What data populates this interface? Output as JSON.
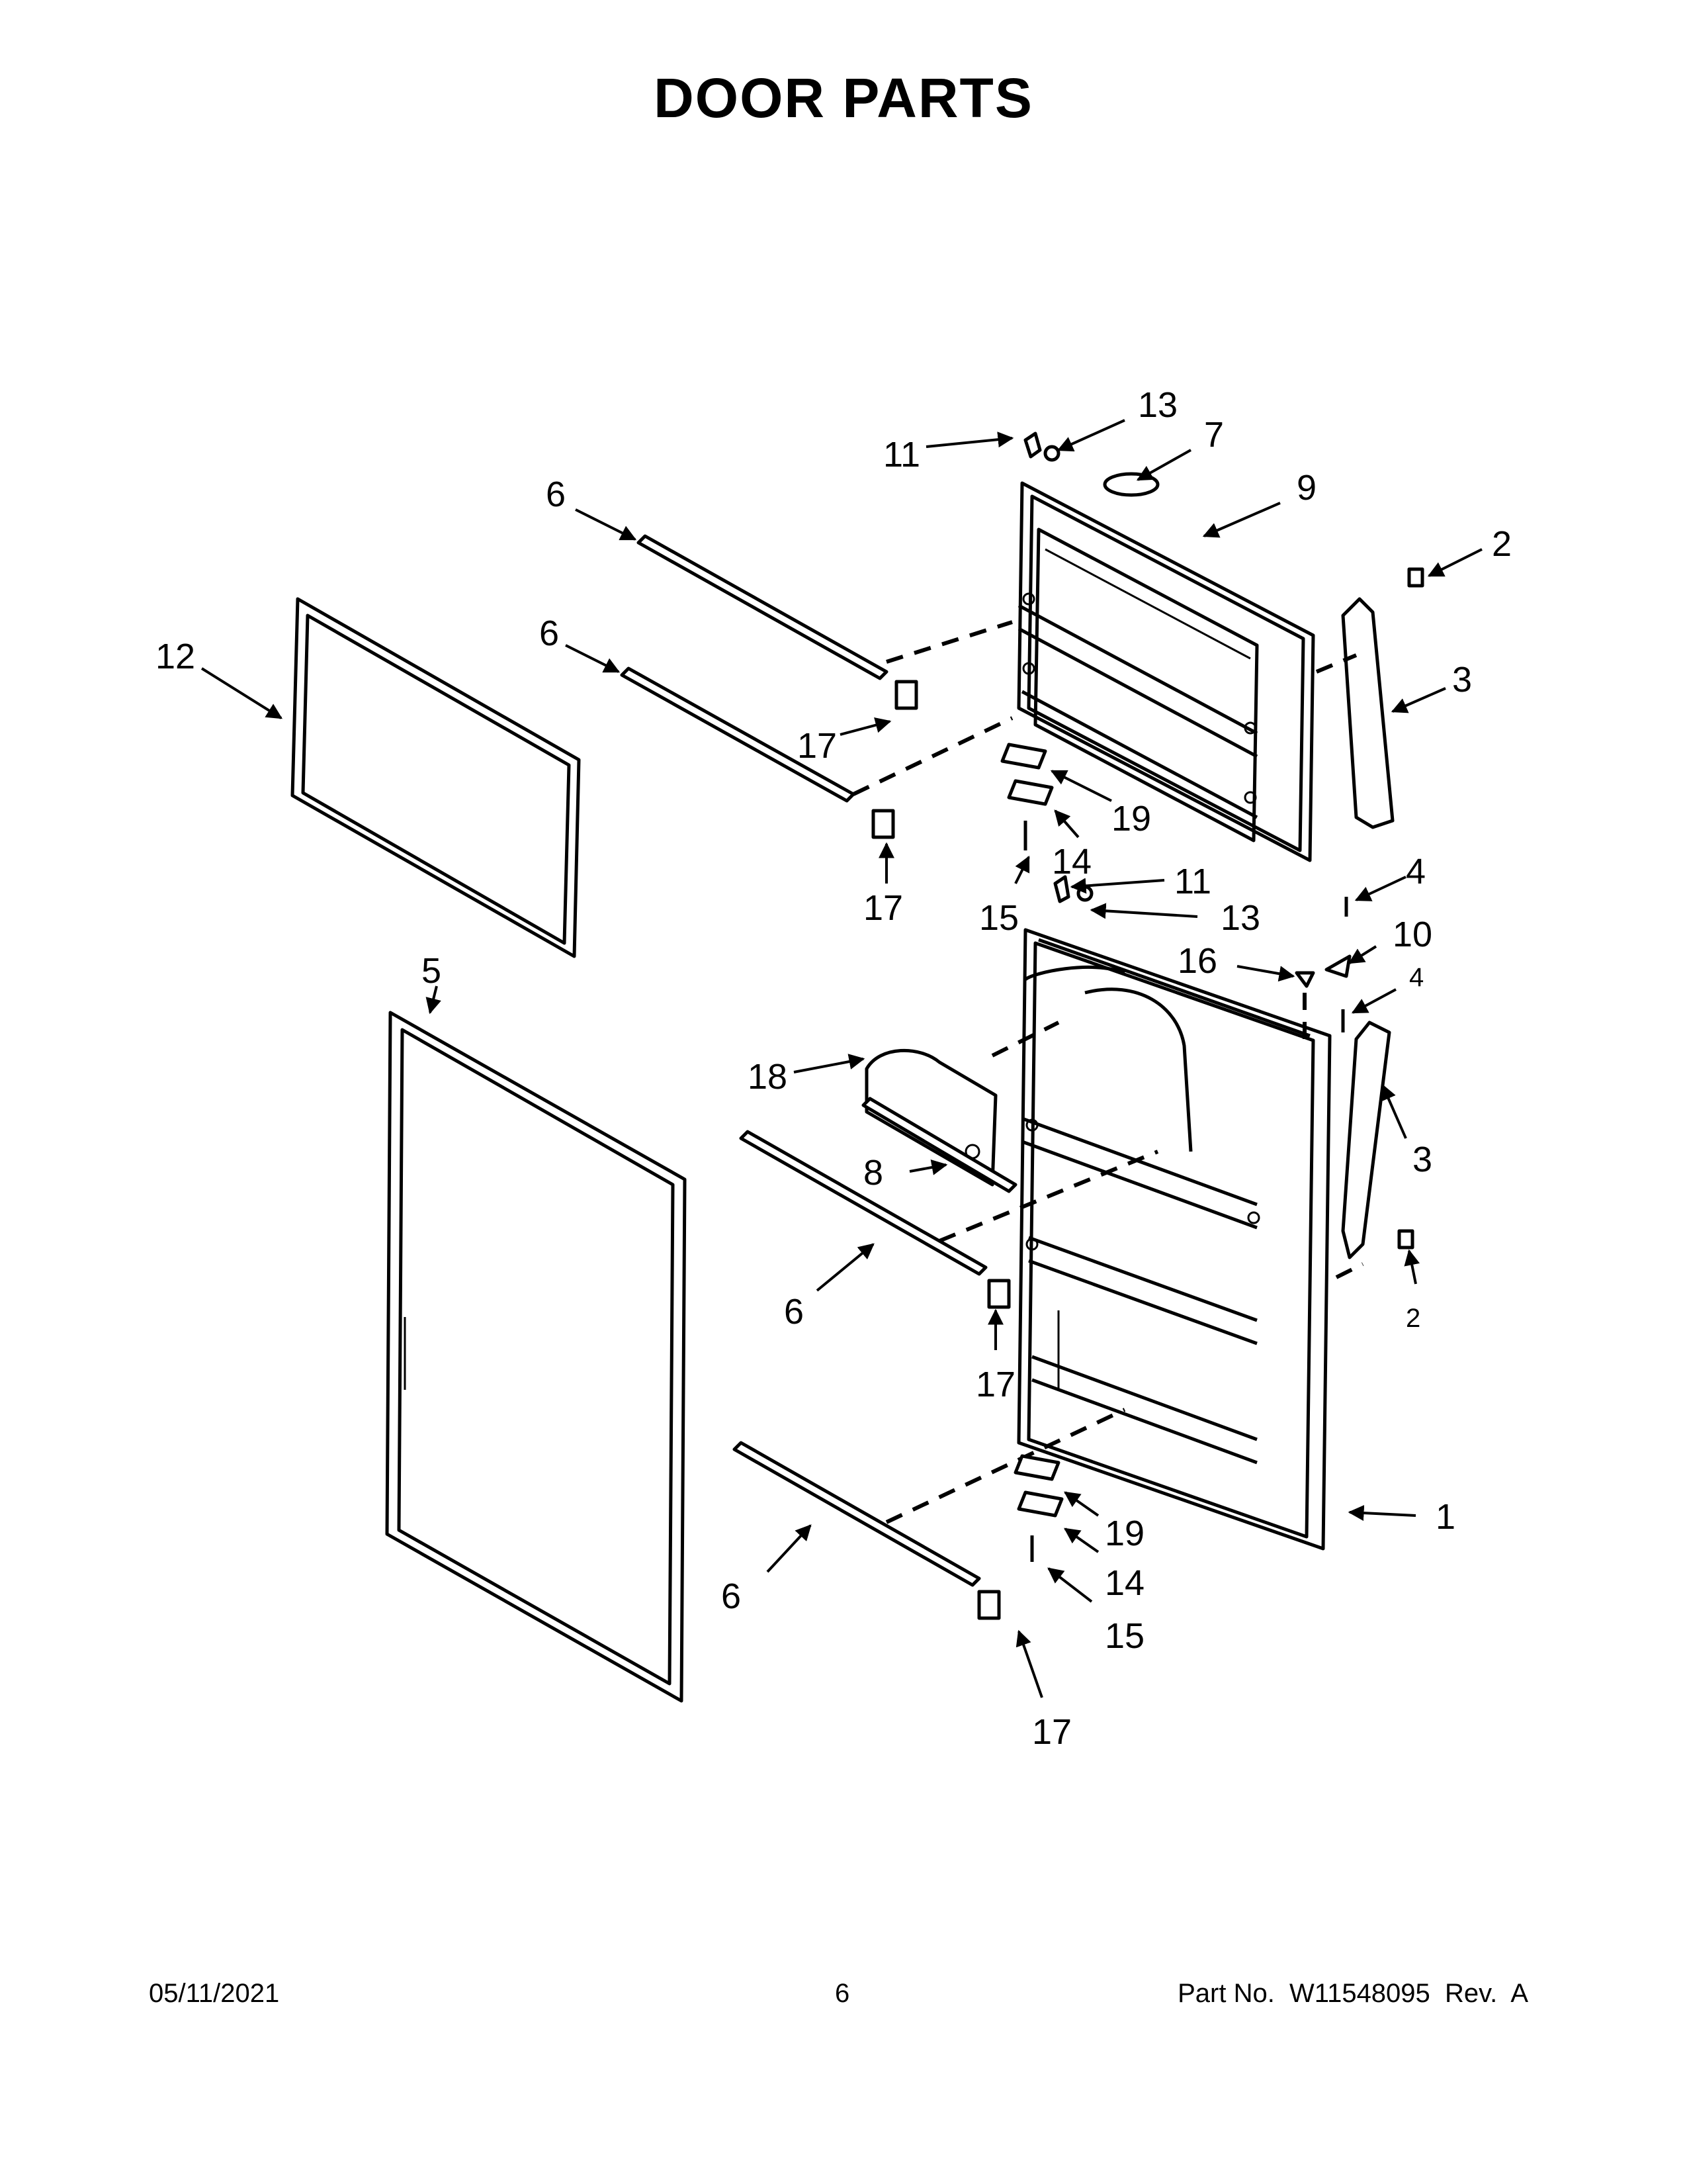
{
  "title": "DOOR PARTS",
  "footer": {
    "date": "05/11/2021",
    "page": "6",
    "part_number": "Part No.  W11548095  Rev.  A"
  },
  "callouts": {
    "c1": "1",
    "c2a": "2",
    "c2b": "2",
    "c3a": "3",
    "c3b": "3",
    "c4a": "4",
    "c4b": "4",
    "c5": "5",
    "c6a": "6",
    "c6b": "6",
    "c6c": "6",
    "c6d": "6",
    "c7": "7",
    "c8": "8",
    "c9": "9",
    "c10": "10",
    "c11a": "11",
    "c11b": "11",
    "c12": "12",
    "c13a": "13",
    "c13b": "13",
    "c14a": "14",
    "c14b": "14",
    "c15a": "15",
    "c15b": "15",
    "c16": "16",
    "c17a": "17",
    "c17b": "17",
    "c17c": "17",
    "c17d": "17",
    "c18": "18",
    "c19a": "19",
    "c19b": "19"
  }
}
